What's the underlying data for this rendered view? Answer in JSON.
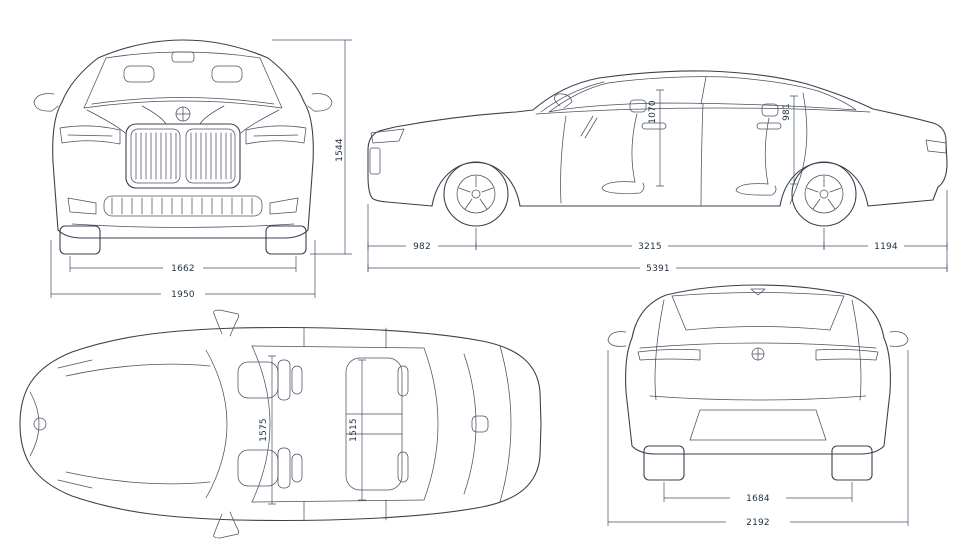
{
  "colors": {
    "background": "#ffffff",
    "line": "#3b414d",
    "dimension_text": "#1f2e40"
  },
  "front_view": {
    "overall_height": "1544",
    "track_width": "1662",
    "overall_width": "1950"
  },
  "side_view": {
    "front_overhang": "982",
    "wheelbase": "3215",
    "rear_overhang": "1194",
    "overall_length": "5391",
    "front_headroom": "1070",
    "rear_headroom": "981"
  },
  "top_view": {
    "front_interior_width": "1575",
    "rear_interior_width": "1515"
  },
  "rear_view": {
    "track_width": "1684",
    "overall_width": "2192"
  }
}
